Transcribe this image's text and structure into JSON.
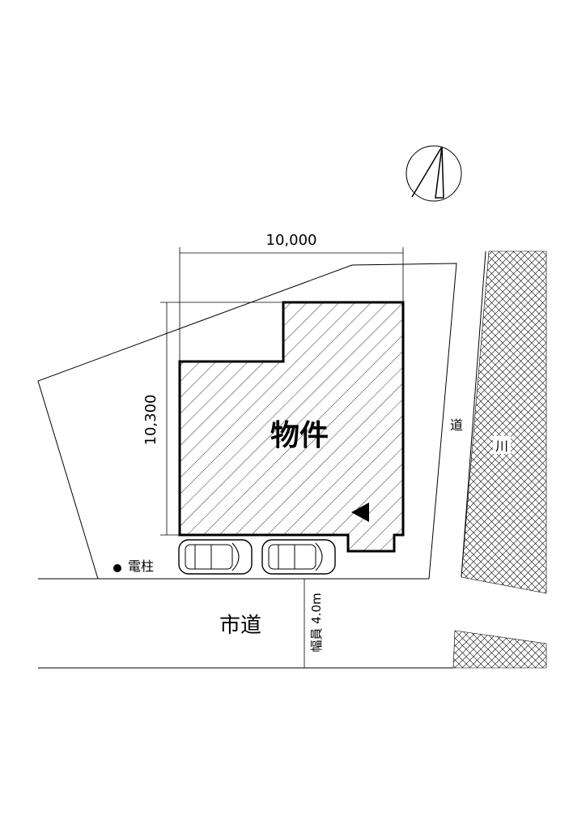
{
  "labels": {
    "width_dim": "10,000",
    "height_dim": "10,300",
    "property": "物件",
    "road_side": "道",
    "river": "川",
    "pole": "電柱",
    "city_road": "市道",
    "road_width": "幅員 4.0m"
  },
  "icons": {
    "north": "north-arrow-icon",
    "entrance": "entrance-triangle-icon",
    "car": "car-icon",
    "pole": "utility-pole-icon"
  }
}
